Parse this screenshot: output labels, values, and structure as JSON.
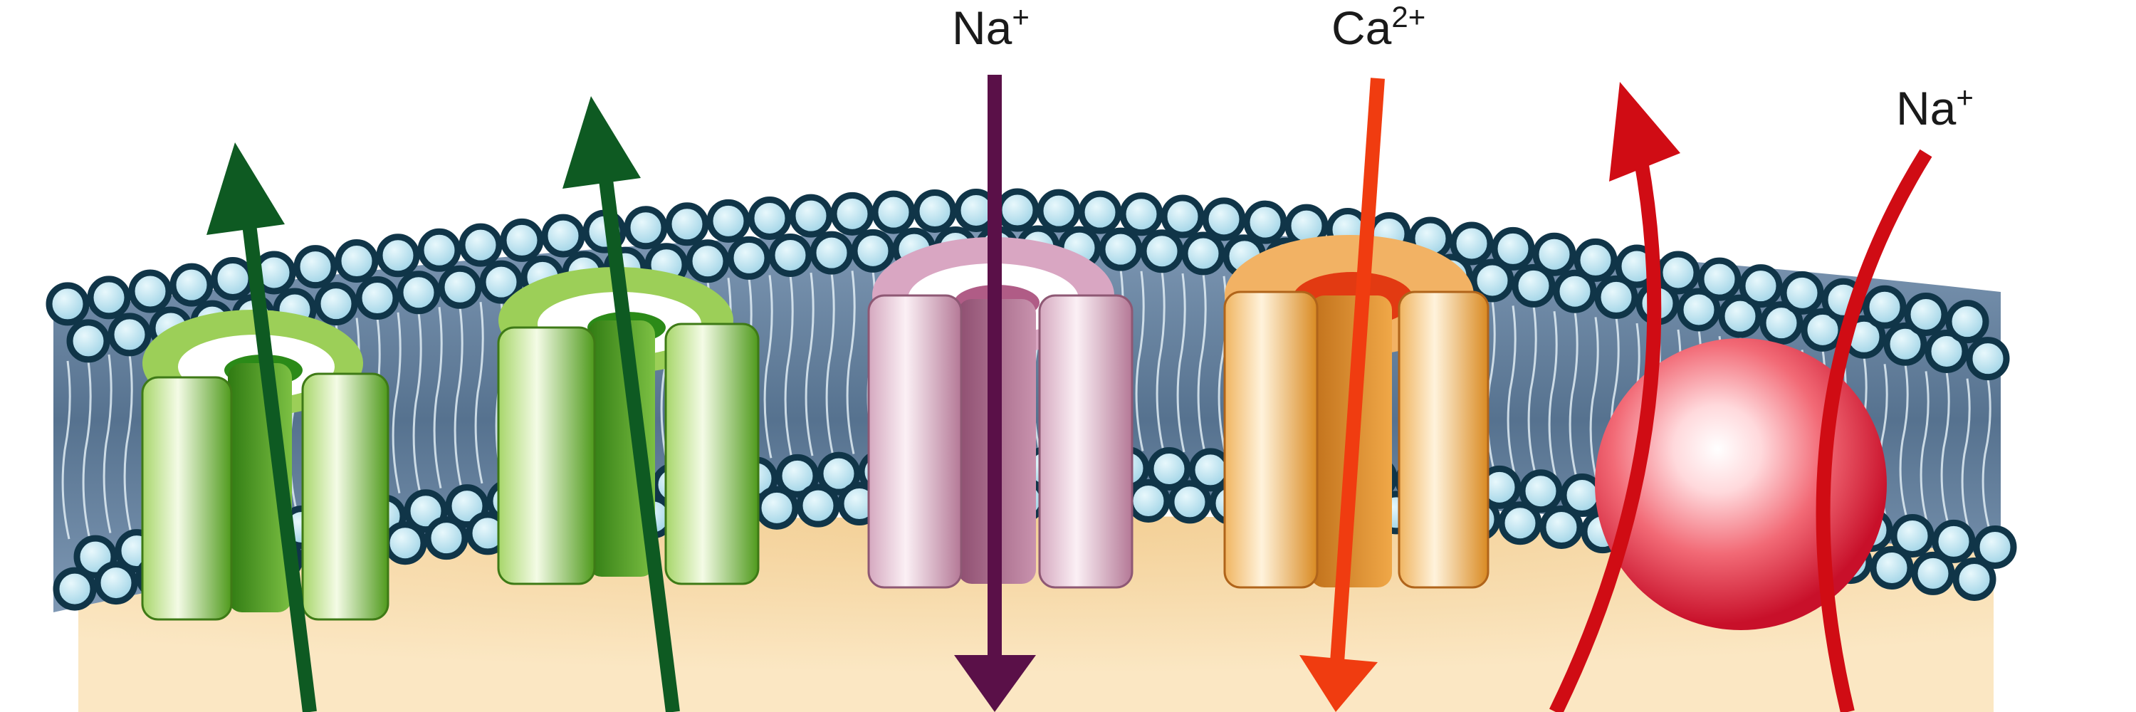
{
  "labels": {
    "na_channel_ion": "Na",
    "na_channel_charge": "+",
    "ca_channel_ion": "Ca",
    "ca_channel_charge": "2+",
    "exchanger_ion": "Na",
    "exchanger_charge": "+"
  },
  "colors": {
    "background": "#ffffff",
    "cytoplasm": "#f8d9a4",
    "lipid_head_fill": "#bfe6f2",
    "lipid_head_stroke": "#103548",
    "tail_region": "#6e8aa8",
    "potassium_channel": "#5fae2e",
    "potassium_arrow": "#0e5a22",
    "sodium_channel": "#c98fae",
    "sodium_arrow": "#5a1048",
    "calcium_channel": "#e8a038",
    "calcium_arrow": "#f03c10",
    "exchanger_sphere": "#e4303f",
    "exchanger_arrow": "#d00c14"
  },
  "icons": {
    "channel_1": "potassium-channel-icon",
    "channel_2": "potassium-channel-icon",
    "channel_3": "sodium-channel-icon",
    "channel_4": "calcium-channel-icon",
    "exchanger": "sodium-calcium-exchanger-icon"
  }
}
